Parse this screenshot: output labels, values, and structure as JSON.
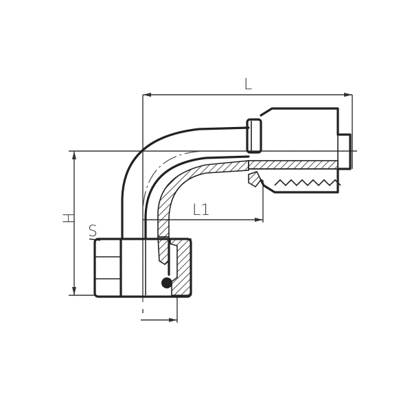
{
  "labels": {
    "length": "L",
    "length_inner": "L1",
    "height": "H",
    "hex_size": "S"
  },
  "colors": {
    "line": "#222222",
    "background": "#ffffff"
  }
}
